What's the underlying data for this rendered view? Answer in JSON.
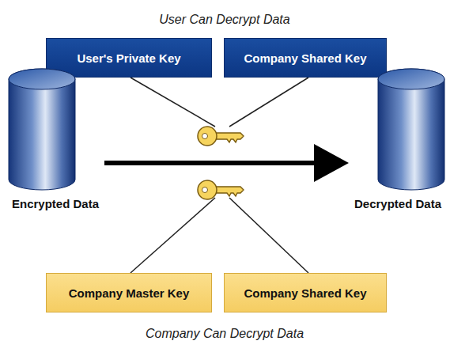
{
  "diagram": {
    "nodes": [
      {
        "text": [
          "User's Private Key"
        ]
      },
      {
        "text": [
          "Company Shared Key"
        ]
      },
      {
        "text": [
          "Encrypted Data"
        ]
      },
      {
        "text": [
          "Decrypted Data"
        ]
      },
      {
        "text": [
          "Company Master Key"
        ]
      },
      {
        "text": [
          "Company Shared Key"
        ]
      }
    ],
    "edges": [
      {
        "from": 2,
        "to": 3,
        "arrow": "to"
      }
    ],
    "labels": [
      "User Can Decrypt Data",
      "Company Can Decrypt Data"
    ]
  }
}
